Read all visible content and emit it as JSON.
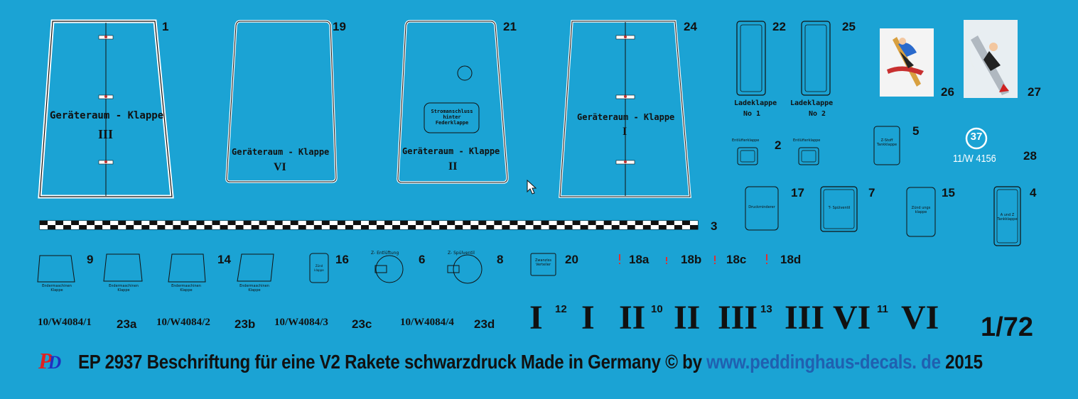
{
  "hatches": {
    "h1": {
      "number": "1",
      "label": "Geräteraum - Klappe",
      "roman": "III"
    },
    "h19": {
      "number": "19",
      "label": "Geräteraum - Klappe",
      "roman": "VI"
    },
    "h21": {
      "number": "21",
      "label": "Geräteraum - Klappe",
      "roman": "II",
      "inner_label": "Stromanschluss hinter Federklappe"
    },
    "h24": {
      "number": "24",
      "label": "Geräteraum - Klappe",
      "roman": "I"
    }
  },
  "small_items": {
    "n22": "22",
    "n25": "25",
    "lade1": "Ladeklappe",
    "lade1_no": "No 1",
    "lade2": "Ladeklappe",
    "lade2_no": "No 2",
    "n26": "26",
    "n27": "27",
    "n2": "2",
    "entl1": "Entlüfterklappe",
    "entl2": "Entlüfterklappe",
    "n5": "5",
    "n5_label": "Z-Stoff Tankklappe",
    "n28": "28",
    "circle_37": "37",
    "code_28": "11/W 4156",
    "n17": "17",
    "n17_label": "Druckminderer",
    "n7": "7",
    "n7_label": "T- Spülventil",
    "n15": "15",
    "n15_label": "Zünd ungs klappe",
    "n4": "4",
    "n4_label": "A und Z Tankklappe",
    "n3": "3",
    "n9": "9",
    "n14": "14",
    "trapez_label": "Endermaschinen Klappe",
    "n16": "16",
    "n16_label": "Zünd klappe",
    "n6": "6",
    "n6_label": "Z- Entlüftung",
    "n8": "8",
    "n8_label": "Z- Spülventil",
    "n20": "20",
    "n20_label": "Zwanziss Verteiler",
    "n18a": "18a",
    "n18b": "18b",
    "n18c": "18c",
    "n18d": "18d",
    "mark_cell_text": "!"
  },
  "codes": [
    {
      "code": "10/W4084/1",
      "num": "23a"
    },
    {
      "code": "10/W4084/2",
      "num": "23b"
    },
    {
      "code": "10/W4084/3",
      "num": "23c"
    },
    {
      "code": "10/W4084/4",
      "num": "23d"
    }
  ],
  "romans": {
    "r1": "I",
    "n12": "12",
    "r2": "I",
    "r3": "II",
    "n10": "10",
    "r4": "II",
    "r5": "III",
    "n13": "13",
    "r6": "III",
    "r7": "VI",
    "n11": "11",
    "r8": "VI"
  },
  "scale": "1/72",
  "footer": {
    "logo": "PD",
    "text": "EP 2937 Beschriftung für eine V2 Rakete schwarzdruck Made in Germany © by",
    "url": "www.peddinghaus-decals. de",
    "year": "2015"
  },
  "colors": {
    "background": "#1ba3d4",
    "ink": "#111111",
    "url": "#2060b0",
    "logo_red": "#e02020",
    "logo_blue": "#2030c0"
  }
}
